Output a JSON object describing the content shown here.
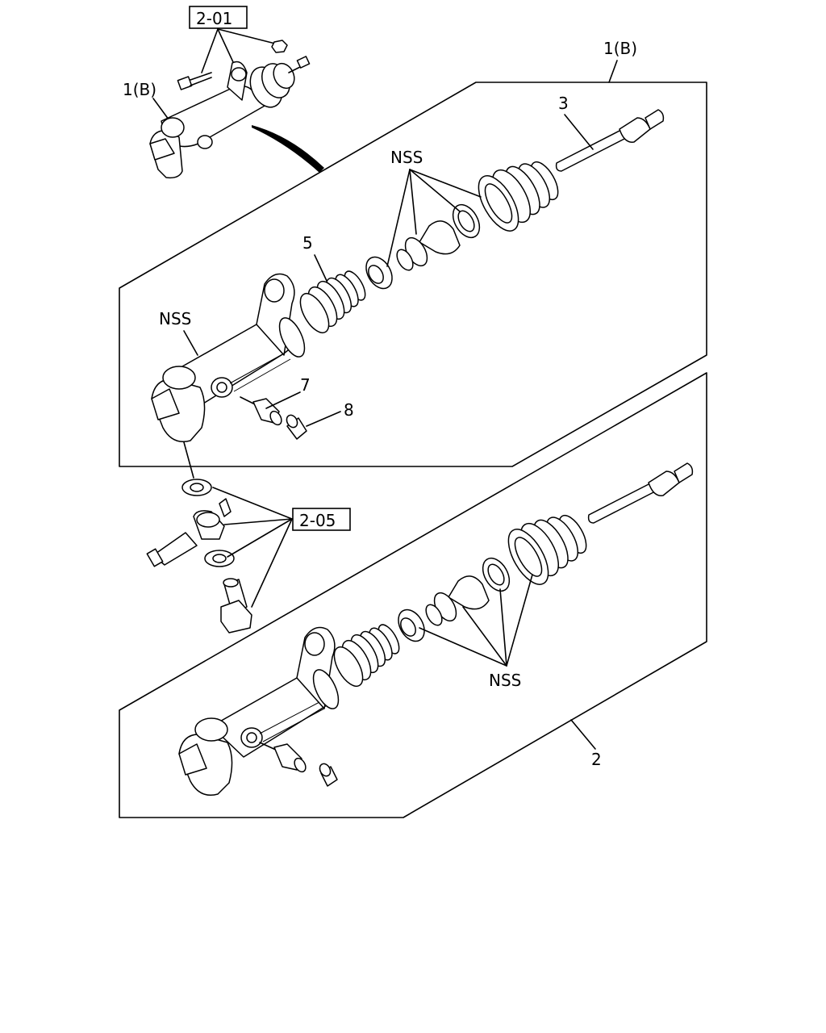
{
  "labels": {
    "ref_2_01": "2-01",
    "ref_2_05": "2-05",
    "assy_1b_top": "1(B)",
    "assy_1b_box": "1(B)",
    "part_3": "3",
    "part_5": "5",
    "part_7": "7",
    "part_8": "8",
    "part_2": "2",
    "nss_upper_kit": "NSS",
    "nss_upper_body": "NSS",
    "nss_lower_kit": "NSS"
  },
  "icons": {
    "small_view": "slave-cylinder-assembly-icon",
    "upper_exploded": "slave-cylinder-exploded-icon",
    "lower_exploded": "slave-cylinder-exploded-icon",
    "hose_fitting": "hose-fitting-parts-icon"
  }
}
